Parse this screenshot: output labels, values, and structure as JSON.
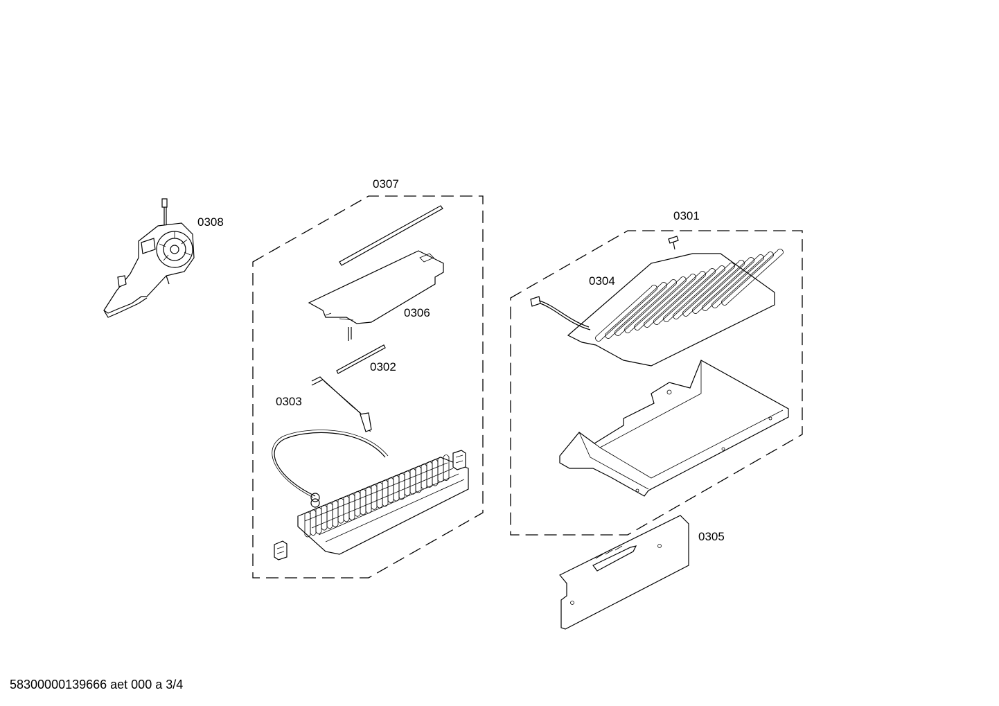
{
  "labels": {
    "p0301": "0301",
    "p0302": "0302",
    "p0303": "0303",
    "p0304": "0304",
    "p0305": "0305",
    "p0306": "0306",
    "p0307": "0307",
    "p0308": "0308"
  },
  "footer": {
    "doc_id": "58300000139666 aet 000 a 3/4"
  }
}
